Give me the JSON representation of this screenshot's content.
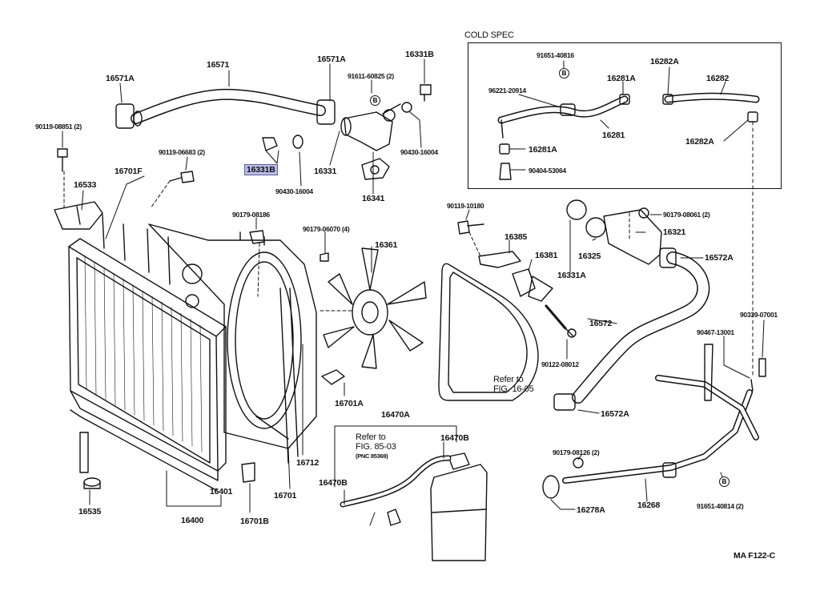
{
  "diagram": {
    "code": "MA  F122-C",
    "cold_spec": {
      "title": "COLD  SPEC"
    },
    "marker": "B",
    "refs": {
      "fig_16_05": [
        "Refer to",
        "FIG. 16-05"
      ],
      "fig_85_03": [
        "Refer to",
        "FIG. 85-03",
        "(PNC 85369)"
      ]
    },
    "parts": {
      "p16571": "16571",
      "p16571A_left": "16571A",
      "p16571A_right": "16571A",
      "p16331B_top": "16331B",
      "p91611": "91611-60825 (2)",
      "p90119_08851": "90119-08851 (2)",
      "p90119_06683": "90119-06683 (2)",
      "p16331B_hl": "16331B",
      "p16331": "16331",
      "p90430_a": "90430-16004",
      "p90430_b": "90430-16004",
      "p16341": "16341",
      "p16701F": "16701F",
      "p16533": "16533",
      "p90179_08186": "90179-08186",
      "p90179_06070": "90179-06070 (4)",
      "p16361": "16361",
      "p90119_10180": "90119-10180",
      "p16385": "16385",
      "p16381": "16381",
      "p16331A": "16331A",
      "p16325": "16325",
      "p16321": "16321",
      "p90179_08061": "90179-08061 (2)",
      "p16572A_top": "16572A",
      "p16572": "16572",
      "p90122": "90122-08012",
      "p90339": "90339-07001",
      "p90467": "90467-13001",
      "p16572A_bottom": "16572A",
      "p16701A": "16701A",
      "p16470A": "16470A",
      "p16470B_right": "16470B",
      "p16470B_left": "16470B",
      "p16712": "16712",
      "p16701": "16701",
      "p16401": "16401",
      "p16400": "16400",
      "p16535": "16535",
      "p16701B": "16701B",
      "p90179_08126": "90179-08126 (2)",
      "p16278A": "16278A",
      "p16268": "16268",
      "p91651_40814": "91651-40814 (2)",
      "c91651_40816": "91651-40816",
      "c96221": "96221-20914",
      "c16281A_top": "16281A",
      "c16282A_top": "16282A",
      "c16282": "16282",
      "c16281": "16281",
      "c16282A_bottom": "16282A",
      "c16281A_bottom": "16281A",
      "c90404": "90404-53064"
    }
  }
}
